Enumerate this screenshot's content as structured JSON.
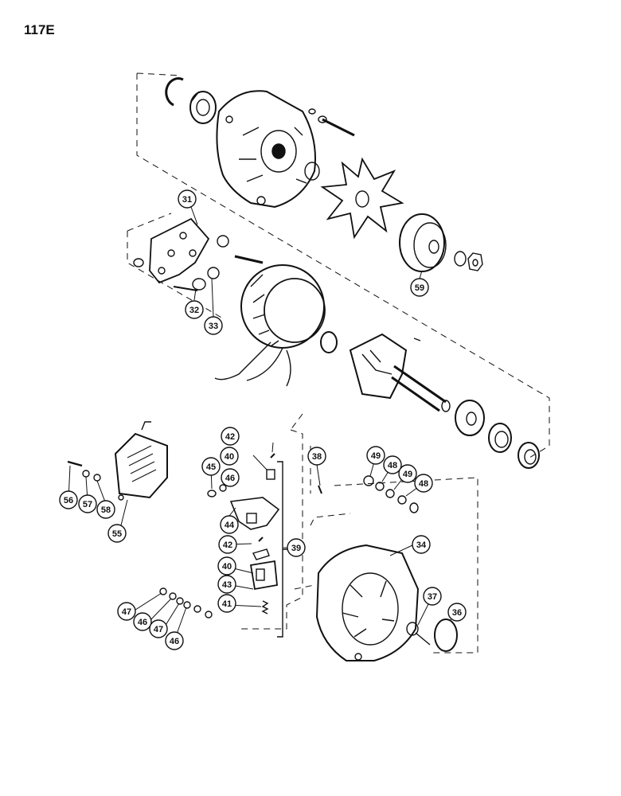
{
  "page": {
    "number": "117E"
  },
  "callouts": [
    "31",
    "32",
    "33",
    "59",
    "34",
    "36",
    "37",
    "38",
    "39",
    "40",
    "41",
    "42",
    "43",
    "44",
    "45",
    "46",
    "47",
    "48",
    "49",
    "55",
    "56",
    "57",
    "58"
  ],
  "callout_labels": {
    "c31": "31",
    "c32": "32",
    "c33": "33",
    "c59": "59",
    "c42a": "42",
    "c40a": "40",
    "c45": "45",
    "c46a": "46",
    "c44": "44",
    "c38": "38",
    "c49a": "49",
    "c48a": "48",
    "c49b": "49",
    "c48b": "48",
    "c42b": "42",
    "c39": "39",
    "c40b": "40",
    "c43": "43",
    "c41": "41",
    "c34": "34",
    "c37": "37",
    "c36": "36",
    "c56": "56",
    "c57": "57",
    "c58": "58",
    "c55": "55",
    "c47a": "47",
    "c46b": "46",
    "c47b": "47",
    "c46c": "46"
  }
}
